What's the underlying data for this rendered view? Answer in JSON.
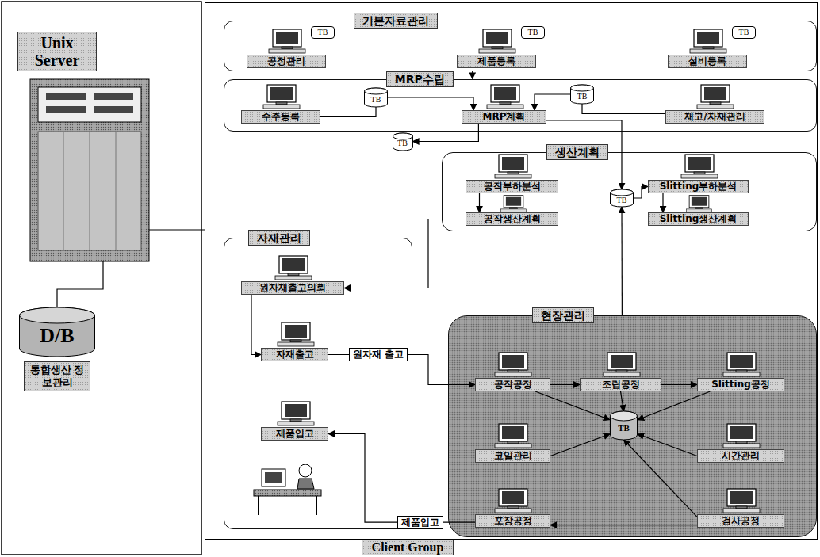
{
  "diagram": {
    "nodes": [
      {
        "text": [
          "Unix Server"
        ]
      },
      {
        "text": [
          "D/B",
          "통합생산 정보관리"
        ]
      },
      {
        "text": [
          "Client Group"
        ]
      },
      {
        "text": [
          "기본자료관리"
        ],
        "in": 2
      },
      {
        "text": [
          "공정관리"
        ],
        "in": 3
      },
      {
        "text": [
          "TB"
        ],
        "in": 3
      },
      {
        "text": [
          "제품등록"
        ],
        "in": 3
      },
      {
        "text": [
          "TB"
        ],
        "in": 3
      },
      {
        "text": [
          "설비등록"
        ],
        "in": 3
      },
      {
        "text": [
          "TB"
        ],
        "in": 3
      },
      {
        "text": [
          "MRP수립"
        ],
        "in": 2
      },
      {
        "text": [
          "수주등록"
        ],
        "in": 10
      },
      {
        "text": [
          "TB"
        ],
        "in": 10
      },
      {
        "text": [
          "MRP계획"
        ],
        "in": 10
      },
      {
        "text": [
          "TB"
        ],
        "in": 10
      },
      {
        "text": [
          "재고/자재관리"
        ],
        "in": 10
      },
      {
        "text": [
          "TB"
        ],
        "in": 2
      },
      {
        "text": [
          "생산계획"
        ],
        "in": 2
      },
      {
        "text": [
          "공작부하분석"
        ],
        "in": 17
      },
      {
        "text": [
          "TB"
        ],
        "in": 17
      },
      {
        "text": [
          "Slitting부하분석"
        ],
        "in": 17
      },
      {
        "text": [
          "공작생산계획"
        ],
        "in": 17
      },
      {
        "text": [
          "Slitting생산계획"
        ],
        "in": 17
      },
      {
        "text": [
          "자재관리"
        ],
        "in": 2
      },
      {
        "text": [
          "원자재출고의뢰"
        ],
        "in": 23
      },
      {
        "text": [
          "자재출고"
        ],
        "in": 23
      },
      {
        "text": [
          "제품입고"
        ],
        "in": 23
      },
      {
        "text": [
          "현장관리"
        ],
        "in": 2
      },
      {
        "text": [
          "공작공정"
        ],
        "in": 27
      },
      {
        "text": [
          "조립공정"
        ],
        "in": 27
      },
      {
        "text": [
          "Slitting공정"
        ],
        "in": 27
      },
      {
        "text": [
          "코일관리"
        ],
        "in": 27
      },
      {
        "text": [
          "TB"
        ],
        "in": 27
      },
      {
        "text": [
          "시간관리"
        ],
        "in": 27
      },
      {
        "text": [
          "포장공정"
        ],
        "in": 27
      },
      {
        "text": [
          "검사공정"
        ],
        "in": 27
      }
    ],
    "edges": [
      {
        "from": 3,
        "to": 10,
        "arrow": "to"
      },
      {
        "from": 11,
        "to": 12,
        "arrow": "none"
      },
      {
        "from": 12,
        "to": 13,
        "arrow": "to"
      },
      {
        "from": 15,
        "to": 14,
        "arrow": "none"
      },
      {
        "from": 14,
        "to": 13,
        "arrow": "to"
      },
      {
        "from": 13,
        "to": 16,
        "arrow": "to"
      },
      {
        "from": 13,
        "to": 19,
        "arrow": "to"
      },
      {
        "from": 19,
        "to": 20,
        "arrow": "to"
      },
      {
        "from": 18,
        "to": 21,
        "arrow": "to"
      },
      {
        "from": 20,
        "to": 22,
        "arrow": "to"
      },
      {
        "from": 21,
        "to": 24,
        "arrow": "to"
      },
      {
        "from": 24,
        "to": 25,
        "arrow": "to"
      },
      {
        "from": 25,
        "to": 28,
        "label": "원자재 출고",
        "arrow": "to"
      },
      {
        "from": 34,
        "to": 26,
        "label": "제품입고",
        "arrow": "to"
      },
      {
        "from": 27,
        "to": 19,
        "arrow": "to"
      },
      {
        "from": 28,
        "to": 29,
        "arrow": "to"
      },
      {
        "from": 29,
        "to": 30,
        "arrow": "to"
      },
      {
        "from": 28,
        "to": 32,
        "arrow": "to"
      },
      {
        "from": 29,
        "to": 32,
        "arrow": "to"
      },
      {
        "from": 30,
        "to": 32,
        "arrow": "to"
      },
      {
        "from": 31,
        "to": 32,
        "arrow": "to"
      },
      {
        "from": 33,
        "to": 32,
        "arrow": "to"
      },
      {
        "from": 35,
        "to": 32,
        "arrow": "to"
      },
      {
        "from": 35,
        "to": 34,
        "arrow": "to"
      }
    ]
  }
}
